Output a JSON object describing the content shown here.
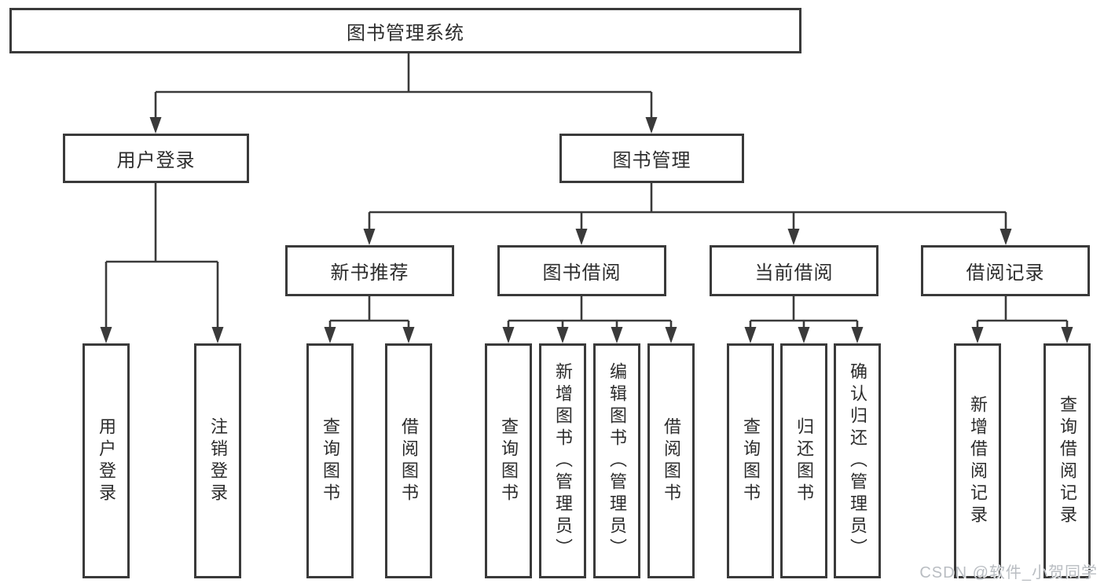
{
  "tree": {
    "label": "图书管理系统",
    "children": [
      {
        "label": "用户登录",
        "children": [
          {
            "label": "用户登录"
          },
          {
            "label": "注销登录"
          }
        ]
      },
      {
        "label": "图书管理",
        "children": [
          {
            "label": "新书推荐",
            "children": [
              {
                "label": "查询图书"
              },
              {
                "label": "借阅图书"
              }
            ]
          },
          {
            "label": "图书借阅",
            "children": [
              {
                "label": "查询图书"
              },
              {
                "label": "新增图书（管理员）"
              },
              {
                "label": "编辑图书（管理员）"
              },
              {
                "label": "借阅图书"
              }
            ]
          },
          {
            "label": "当前借阅",
            "children": [
              {
                "label": "查询图书"
              },
              {
                "label": "归还图书"
              },
              {
                "label": "确认归还（管理员）"
              }
            ]
          },
          {
            "label": "借阅记录",
            "children": [
              {
                "label": "新增借阅记录"
              },
              {
                "label": "查询借阅记录"
              }
            ]
          }
        ]
      }
    ]
  },
  "watermark": "CSDN @软件_小贺同学",
  "colors": {
    "line": "#3a3a3a",
    "box_border": "#3a3a3a",
    "text": "#2c2c2c",
    "watermark": "#b9bdc2",
    "background": "#ffffff"
  }
}
